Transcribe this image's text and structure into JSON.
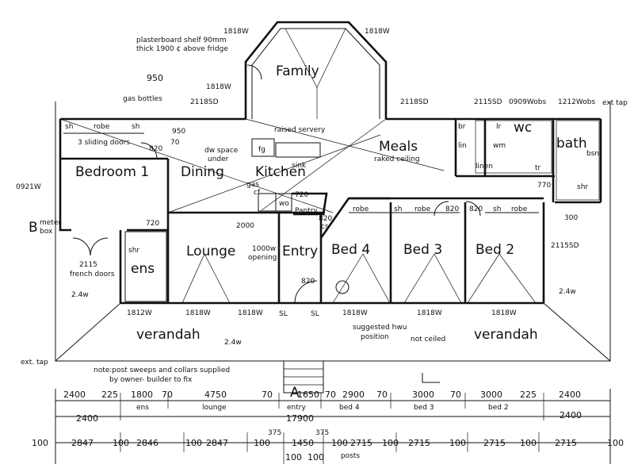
{
  "rooms": {
    "family": "Family",
    "meals": "Meals",
    "bedroom1": "Bedroom 1",
    "dining": "Dining",
    "kitchen": "Kitchen",
    "lounge": "Lounge",
    "entry": "Entry",
    "bed4": "Bed 4",
    "bed3": "Bed 3",
    "bed2": "Bed 2",
    "ens": "ens",
    "wc": "wc",
    "bath": "bath",
    "verandah_left": "verandah",
    "verandah_right": "verandah",
    "pantry": "Pantry"
  },
  "notes": {
    "plasterboard_line1": "plasterboard shelf 90mm",
    "plasterboard_line2": "thick 1900 ¢ above fridge",
    "gas_bottles": "gas bottles",
    "raised_servery": "raised servery",
    "raked_ceiling": "raked ceiling",
    "three_sliding_doors": "3 sliding doors",
    "dw_space_under": "dw space\nunder",
    "dw_line1": "dw space",
    "dw_line2": "under",
    "sink": "sink",
    "gas": "gas",
    "opening_line1": "1000w",
    "opening_line2": "opening",
    "french_doors_num": "2115",
    "french_doors_label": "french doors",
    "meter_box_b": "B",
    "meter_box_small": "meter",
    "meter_box_box": "box",
    "ext_tap_left": "ext. tap",
    "ext_tap_right": "ext tap",
    "hwu_line1": "suggested hwu",
    "hwu_line2": "position",
    "not_ceiled": "not ceiled",
    "posts": "posts",
    "post_note_line1": "note:post sweeps and collars supplied",
    "post_note_line2": "by owner- builder to fix",
    "cs": "cs",
    "a_label": "A",
    "sl1": "SL",
    "sl2": "SL"
  },
  "fixtures": {
    "robe": "robe",
    "sh": "sh",
    "br": "br",
    "lin": "lin",
    "lr": "lr",
    "wm": "wm",
    "tr": "tr",
    "fg": "fg",
    "wo": "wo",
    "cf": "cf",
    "shr": "shr",
    "linen": "linen",
    "bsn": "bsn"
  },
  "labels": {
    "w1818_top_left": "1818W",
    "w1818_top_right": "1818W",
    "w950": "950",
    "w1818_left_mid": "1818W",
    "sd2118_left": "2118SD",
    "sd2118_right": "2118SD",
    "sd2115_top": "2115SD",
    "wobs0909": "0909Wobs",
    "wobs1212": "1212Wobs",
    "w0921": "0921W",
    "d820_bed1": "820",
    "d70": "70",
    "d950v": "950",
    "d720_left": "720",
    "d720_kitchen": "720",
    "d2000": "2000",
    "d820_entry": "820",
    "d820_bed3": "820",
    "d820_bed2": "820",
    "d770": "770",
    "d300": "300",
    "sd2115_right": "2115SD",
    "w24_left": "2.4w",
    "w24_right": "2.4w",
    "w24_ver": "2.4w",
    "w1812_bottom": "1812W",
    "w1818_b1": "1818W",
    "w1818_b2": "1818W",
    "w1818_b3": "1818W",
    "w1818_b4": "1818W",
    "w1818_b5": "1818W",
    "d820_front": "820"
  },
  "dimensions": {
    "row1": [
      "2400",
      "225",
      "1800",
      "70",
      "4750",
      "70",
      "1650",
      "70",
      "2900",
      "70",
      "3000",
      "70",
      "3000",
      "225",
      "2400"
    ],
    "row1_captions": [
      "ens",
      "lounge",
      "entry",
      "bed 4",
      "bed 3",
      "bed 2"
    ],
    "row2_left": "2400",
    "row2_total": "17900",
    "row2_right": "2400",
    "row3": [
      "100",
      "2847",
      "100",
      "2846",
      "100",
      "2847",
      "100",
      "375",
      "1450",
      "375",
      "100",
      "2715",
      "100",
      "2715",
      "100",
      "2715",
      "100",
      "2715",
      "100"
    ],
    "row3_sub": [
      "100",
      "100"
    ]
  }
}
